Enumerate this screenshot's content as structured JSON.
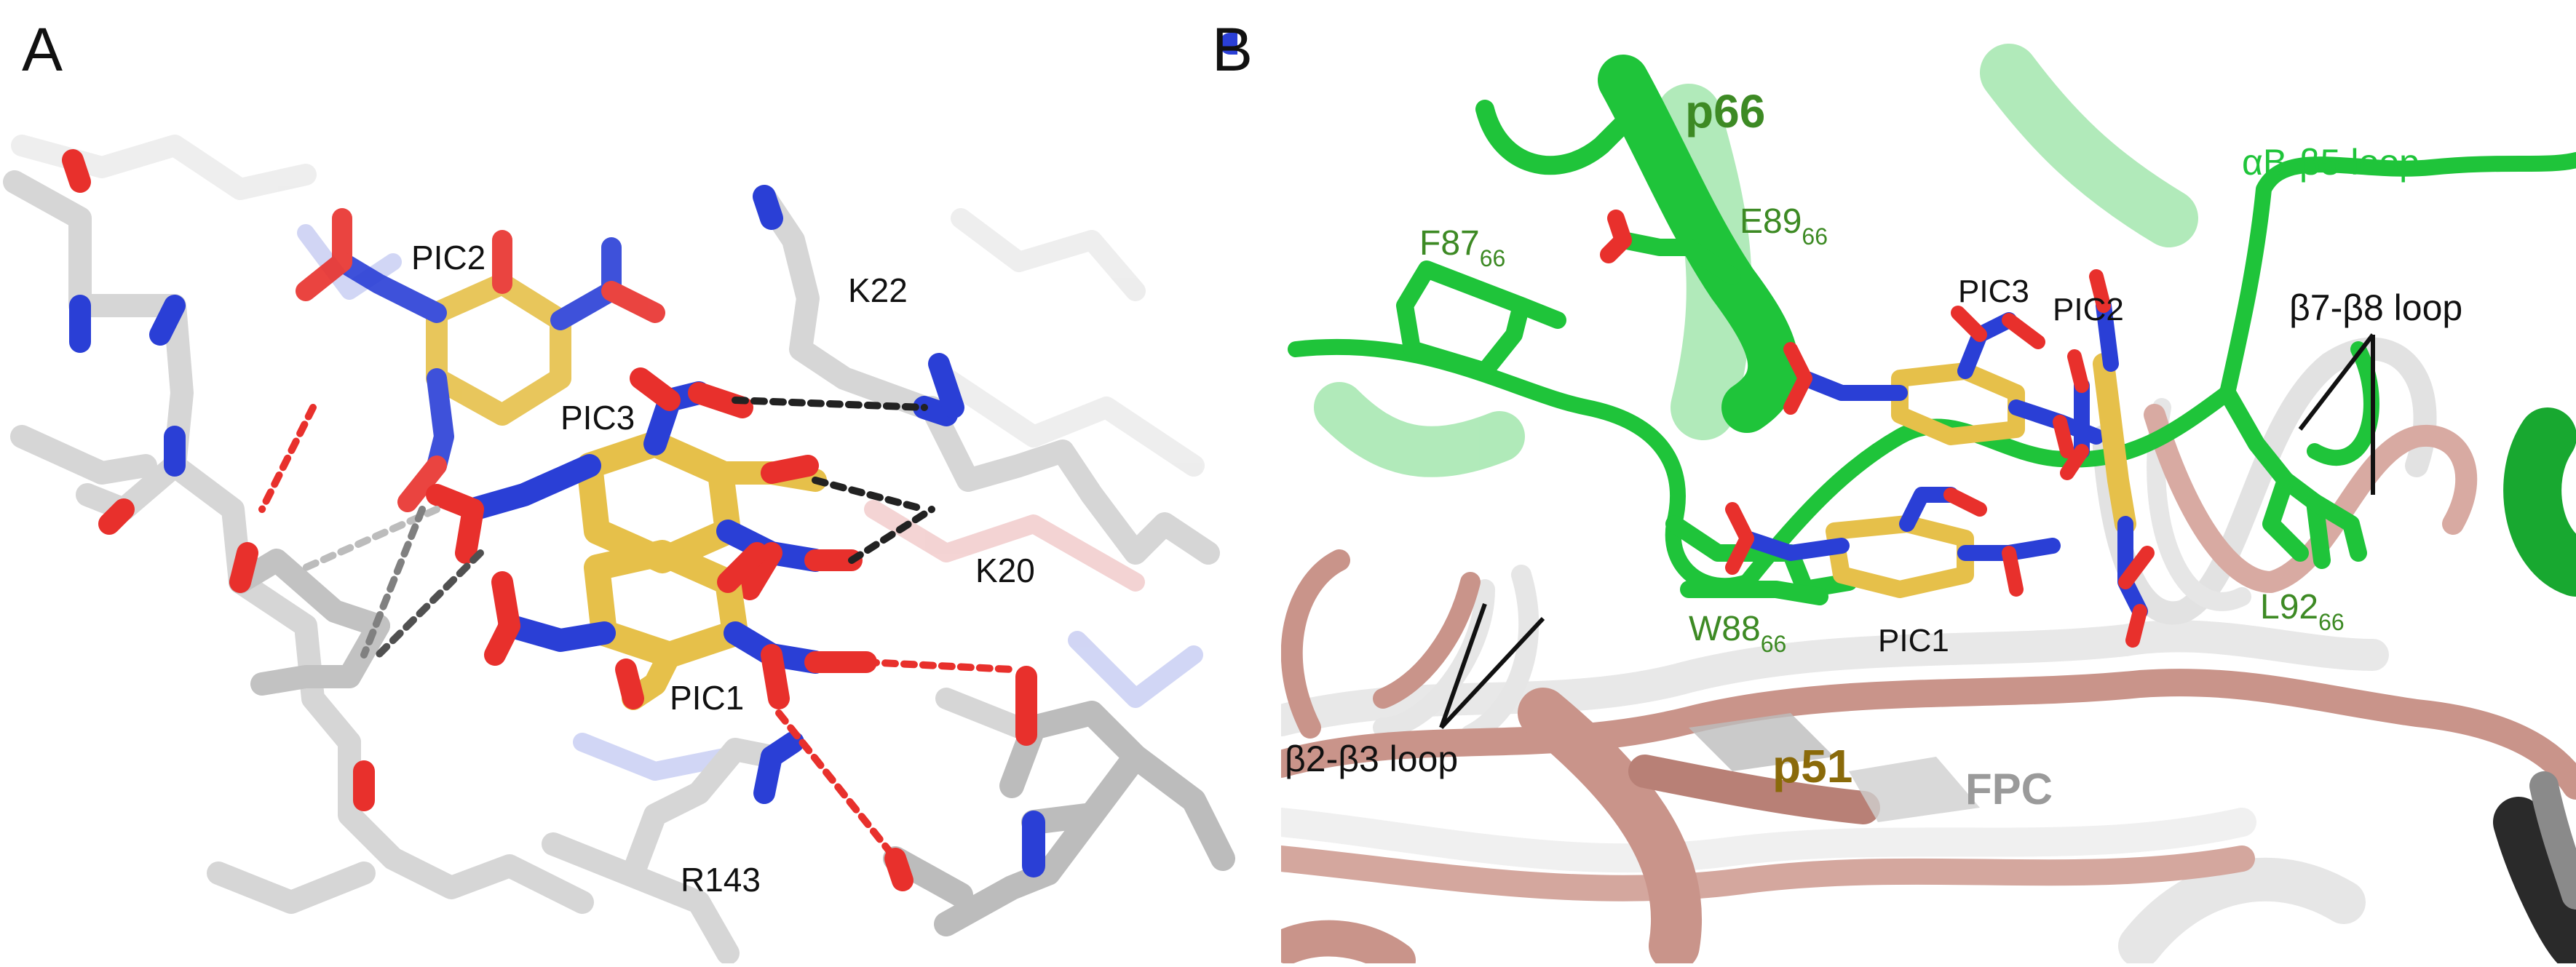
{
  "panel_a": {
    "letter": "A",
    "labels": {
      "pic2": "PIC2",
      "pic3": "PIC3",
      "pic1": "PIC1",
      "k22": "K22",
      "k20": "K20",
      "r143": "R143"
    }
  },
  "panel_b": {
    "letter": "B",
    "labels": {
      "p66": "p66",
      "ab_b5_loop": "αB-β5 loop",
      "f87": "F87",
      "f87_sub": "66",
      "e89": "E89",
      "e89_sub": "66",
      "pic3": "PIC3",
      "pic2": "PIC2",
      "b7_b8_loop": "β7-β8 loop",
      "w88": "W88",
      "w88_sub": "66",
      "pic1": "PIC1",
      "l92": "L92",
      "l92_sub": "66",
      "b2_b3_loop": "β2-β3 loop",
      "p51": "p51",
      "fpc": "FPC"
    }
  },
  "colors": {
    "picric_carbon": "#e6c04a",
    "oxygen": "#e8302c",
    "nitrogen": "#2a3fd6",
    "protein_stick": "#d9d9d9",
    "p66_green": "#1fc43a",
    "p66_label": "#3d8a24",
    "p51_ribbon": "#c9948a",
    "p51_label": "#8a6a0a",
    "fpc_ribbon": "#e6e6e6",
    "fpc_label": "#9a9a9a"
  }
}
